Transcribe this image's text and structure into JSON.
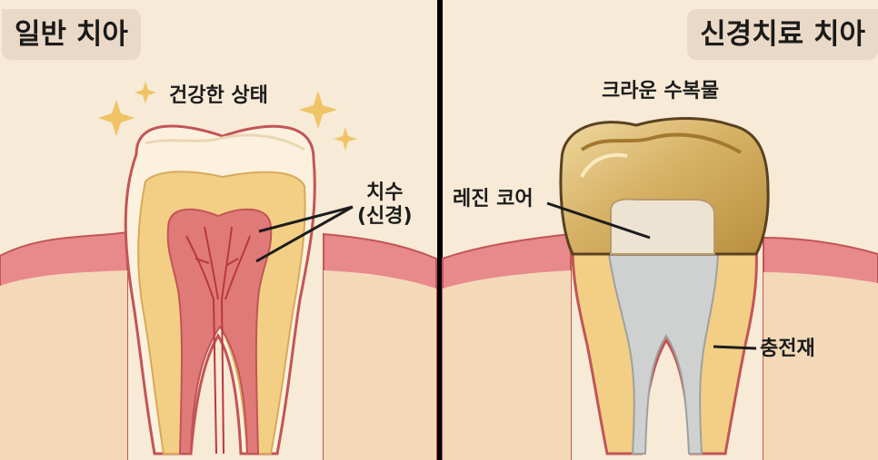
{
  "left_panel": {
    "title": "일반 치아",
    "state_label": "건강한 상태",
    "pulp_label_line1": "치수",
    "pulp_label_line2": "(신경)"
  },
  "right_panel": {
    "title": "신경치료 치아",
    "crown_label": "크라운 수복물",
    "core_label": "레진 코어",
    "filling_label": "충전재"
  },
  "colors": {
    "background": "#f7ead6",
    "gum": "#e8898b",
    "gum_dark": "#c25556",
    "dentin": "#f2cf84",
    "enamel": "#fbf1de",
    "pulp": "#e07a78",
    "nerve": "#b8393d",
    "crown_gold": "#d3ad5c",
    "core": "#ece3d3",
    "filling": "#cfd0d0",
    "divider": "#000000"
  }
}
